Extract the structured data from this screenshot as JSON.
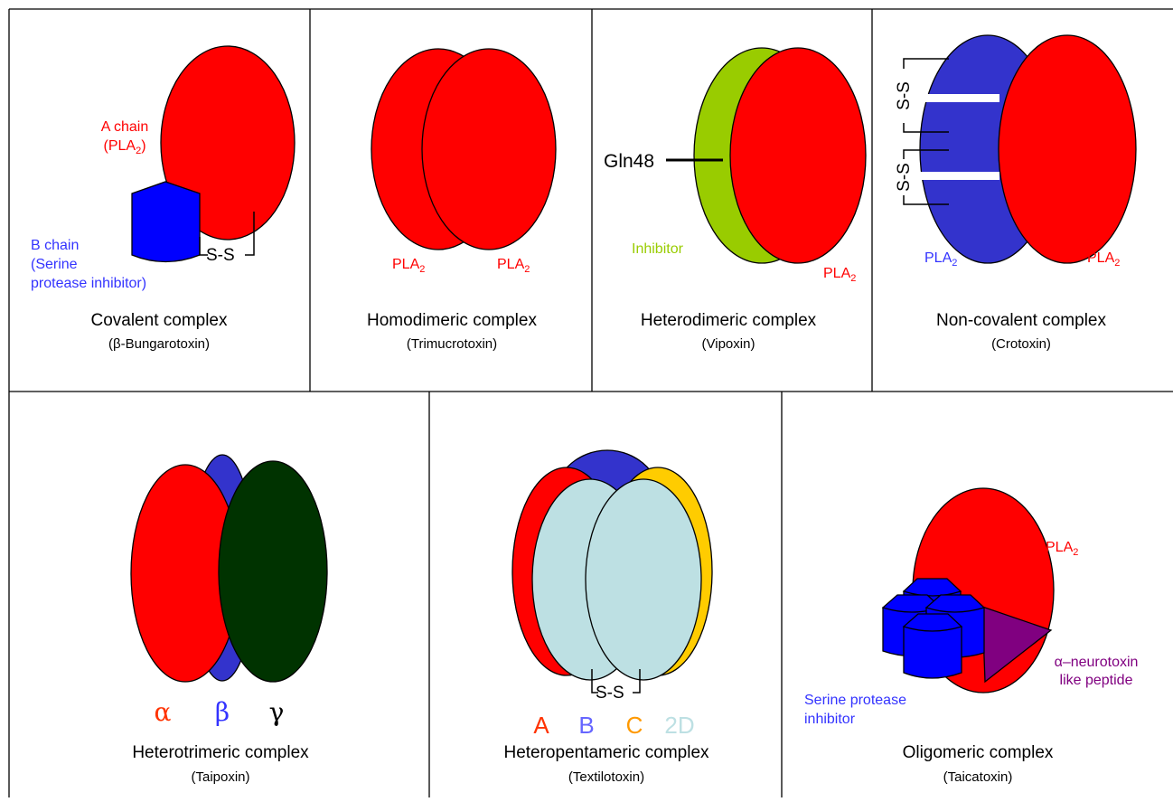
{
  "colors": {
    "pla2_red": "#ff0000",
    "blue": "#0000ff",
    "blue_label": "#3333ff",
    "crotoxin_blue": "#3333cc",
    "inhibitor_green": "#99cc00",
    "gamma_darkgreen": "#003300",
    "b_chain_blue": "#3333cc",
    "c_yellow": "#ffcc00",
    "d_lightblue": "#bde0e3",
    "alpha_red": "#ff3300",
    "purple": "#800080"
  },
  "panels": {
    "covalent": {
      "caption": "Covalent complex",
      "example": "(β-Bungarotoxin)",
      "a_chain_line1": "A chain",
      "a_chain_open": "(PLA",
      "a_chain_sub": "2",
      "a_chain_close": ")",
      "b_chain_line1": "B chain",
      "b_chain_line2": "(Serine",
      "b_chain_line3": "protease inhibitor)",
      "ss": "S-S"
    },
    "homodimeric": {
      "caption": "Homodimeric complex",
      "example": "(Trimucrotoxin)",
      "pla_left": "PLA",
      "pla_left_sub": "2",
      "pla_right": "PLA",
      "pla_right_sub": "2"
    },
    "heterodimeric": {
      "caption": "Heterodimeric complex",
      "example": "(Vipoxin)",
      "gln": "Gln48",
      "inhibitor": "Inhibitor",
      "pla": "PLA",
      "pla_sub": "2"
    },
    "noncovalent": {
      "caption": "Non-covalent complex",
      "example": "(Crotoxin)",
      "ss_top": "S-S",
      "ss_bottom": "S-S",
      "pla_blue": "PLA",
      "pla_blue_sub": "2",
      "pla_red": "PLA",
      "pla_red_sub": "2"
    },
    "heterotrimeric": {
      "caption": "Heterotrimeric complex",
      "example": "(Taipoxin)",
      "alpha": "α",
      "beta": "β",
      "gamma": "γ"
    },
    "heteropentameric": {
      "caption": "Heteropentameric complex",
      "example": "(Textilotoxin)",
      "ss": "S-S",
      "a": "A",
      "b": "B",
      "c": "C",
      "d": "2D"
    },
    "oligomeric": {
      "caption": "Oligomeric complex",
      "example": "(Taicatoxin)",
      "pla": "PLA",
      "pla_sub": "2",
      "neuro_line1": "α–neurotoxin",
      "neuro_line2": "like peptide",
      "serine_line1": "Serine protease",
      "serine_line2": "inhibitor"
    }
  }
}
